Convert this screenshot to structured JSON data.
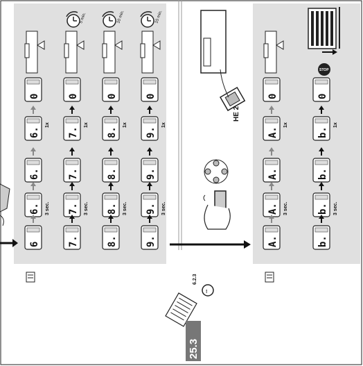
{
  "timer_labels": [
    "5 min.",
    "10 min.",
    "15 min."
  ],
  "left_panel": {
    "columns": [
      {
        "bottom": "6",
        "row3": "6.",
        "row2": "6.",
        "row1": "6."
      },
      {
        "bottom": "7.",
        "row3": "7.",
        "row2": "7.",
        "row1": "7."
      },
      {
        "bottom": "8.",
        "row3": "8.",
        "row2": "8.",
        "row1": "8."
      },
      {
        "bottom": "9.",
        "row3": "9.",
        "row2": "9.",
        "row1": "9."
      }
    ],
    "zero": "0",
    "hold_label": "3 sec.",
    "press_label": "1x"
  },
  "middle": {
    "receiver_label": "HE 2",
    "reference_number": "6.2.3",
    "manual_ref": "25.3"
  },
  "right_panel": {
    "columns": [
      {
        "bottom": "A.",
        "row3": "A.",
        "row2": "A.",
        "row1": "A."
      },
      {
        "bottom": "b.",
        "row3": "b.",
        "row2": "b.",
        "row1": "b."
      }
    ],
    "zero": "0",
    "hold_label": "3 sec.",
    "press_label": "1x",
    "stop_label": "STOP"
  },
  "colors": {
    "panel": "#e0e0e0",
    "display": "#ffffff",
    "arrow": "#111111",
    "arrow_light": "#888888",
    "ref_bg": "#777777"
  }
}
